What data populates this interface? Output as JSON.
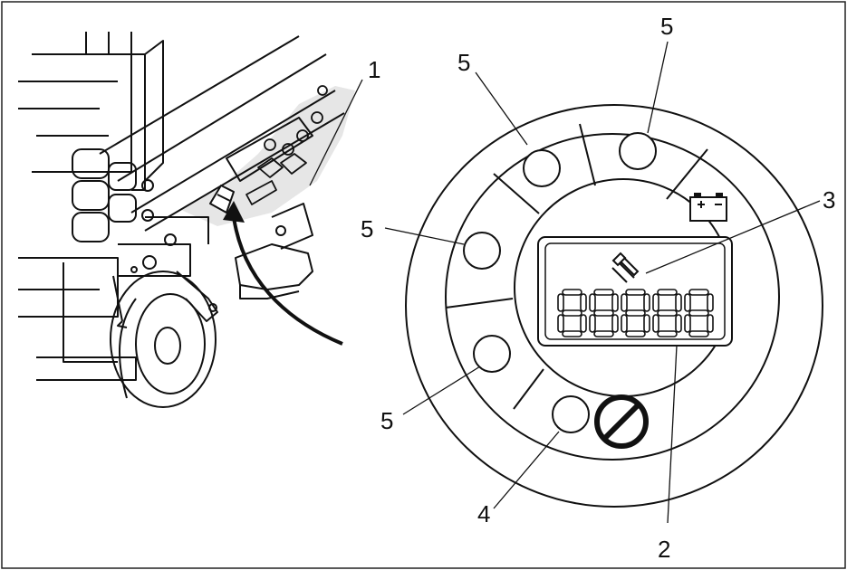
{
  "callouts": {
    "c1": "1",
    "c2": "2",
    "c3": "3",
    "c4": "4",
    "c5a": "5",
    "c5b": "5",
    "c5c": "5",
    "c5d": "5"
  },
  "display": {
    "digits": "88888",
    "icon": "hammer-wrench-icon"
  },
  "icons": {
    "battery": "battery-icon",
    "prohibited": "no-entry-icon",
    "arrow": "curved-arrow-icon"
  },
  "colors": {
    "line": "#111111",
    "panel_shade": "#e6e6e6"
  }
}
